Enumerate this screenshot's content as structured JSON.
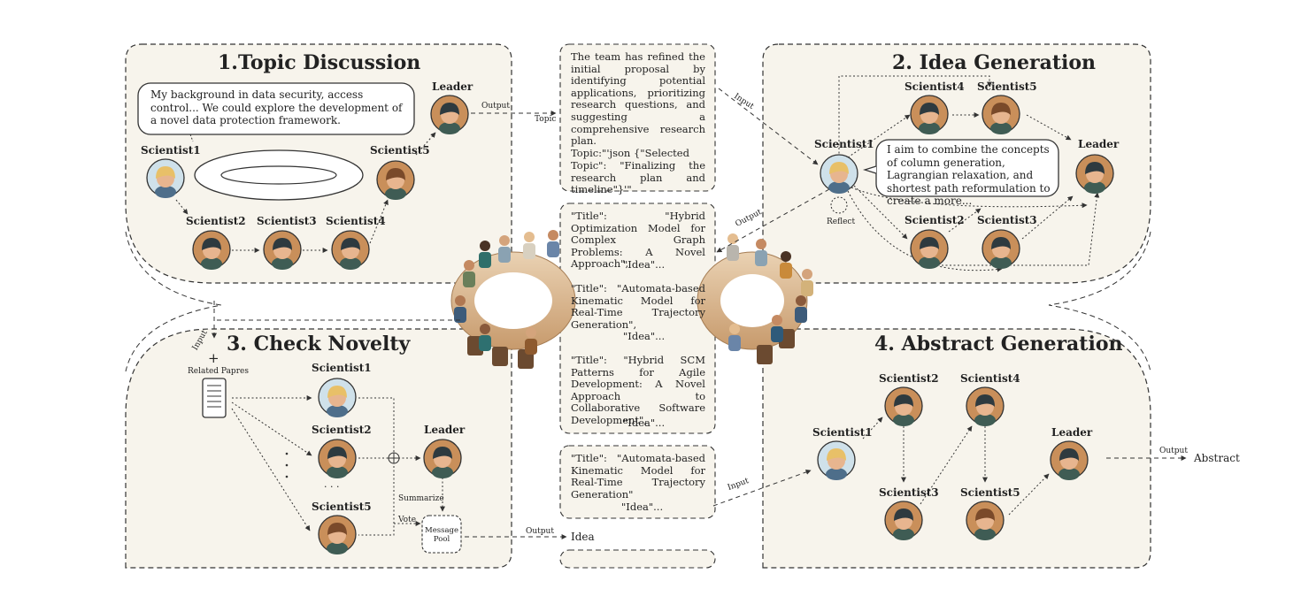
{
  "panel1": {
    "title": "1.Topic Discussion",
    "bubble": "My background in data security, access control... We could explore the development of a novel data protection framework.",
    "names": {
      "leader": "Leader",
      "s1": "Scientist1",
      "s2": "Scientist2",
      "s3": "Scientist3",
      "s4": "Scientist4",
      "s5": "Scientist5"
    },
    "output_label": "Output",
    "topic_label": "Topic"
  },
  "panel2": {
    "title": "2. Idea Generation",
    "bubble": "I aim to combine the concepts of column generation, Lagrangian relaxation, and shortest path reformulation to create a more...",
    "names": {
      "leader": "Leader",
      "s1": "Scientist1",
      "s2": "Scientist2",
      "s3": "Scientist3",
      "s4": "Scientist4",
      "s5": "Scientist5"
    },
    "input_label": "Input",
    "output_label": "Output",
    "reflect_label": "Reflect"
  },
  "panel3": {
    "title": "3. Check Novelty",
    "names": {
      "leader": "Leader",
      "s1": "Scientist1",
      "s2": "Scientist2",
      "s5": "Scientist5"
    },
    "input_label": "Input",
    "plus": "+",
    "related_label": "Related Papres",
    "summarize_label": "Summarize",
    "vote_label": "Vote",
    "pool_label": "Message Pool",
    "output_label": "Output",
    "idea_label": "Idea",
    "hdots": "·  ·  ·"
  },
  "panel4": {
    "title": "4. Abstract Generation",
    "names": {
      "leader": "Leader",
      "s1": "Scientist1",
      "s2": "Scientist2",
      "s3": "Scientist3",
      "s4": "Scientist4",
      "s5": "Scientist5"
    },
    "input_label": "Input",
    "output_label": "Output",
    "abstract_label": "Abstract"
  },
  "center": {
    "topic_box": "The team has refined the initial proposal by identifying potential applications, prioritizing research questions, and suggesting a comprehensive research plan.",
    "topic_json_1": "Topic:\"'json    {\"Selected",
    "topic_json_2": "Topic\": \"Finalizing the research plan and timeline\"}'\"",
    "ideas": [
      {
        "title": "\"Title\": \"Hybrid Optimization Model for Complex Graph Problems: A Novel Approach\",",
        "idea": "\"Idea\"..."
      },
      {
        "title": "\"Title\": \"Automata-based Kinematic Model for Real-Time Trajectory Generation\",",
        "idea": "\"Idea\"..."
      },
      {
        "title": "\"Title\": \"Hybrid SCM Patterns for Agile Development: A Novel Approach to Collaborative Software Development\",",
        "idea": "\"Idea\"..."
      }
    ],
    "selected": {
      "title": "\"Title\": \"Automata-based Kinematic Model for Real-Time Trajectory Generation\"",
      "idea": "\"Idea\"..."
    }
  },
  "colors": {
    "panel": "#f7f4ec",
    "stroke": "#333333",
    "table": "#d9b892",
    "skin": "#e7b58f",
    "hair_dark": "#2e3a3f",
    "hair_blonde": "#e8c068"
  }
}
